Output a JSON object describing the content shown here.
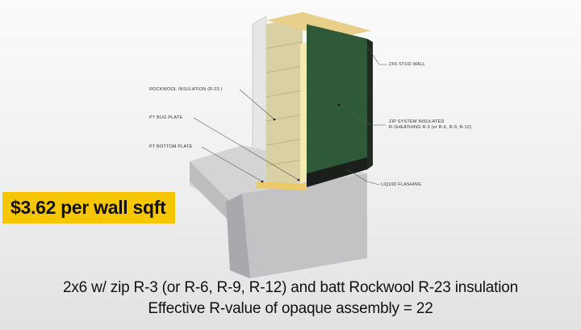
{
  "diagram": {
    "labels": {
      "stud_wall": "2X6 STUD WALL",
      "rockwool": "ROCKWOOL INSULATION (R-23 )",
      "bug_plate": "PT BUG PLATE",
      "bottom_plate": "PT BOTTOM PLATE",
      "zip_line1": "ZIP SYSTEM INSULATED",
      "zip_line2": "R-SHEATHING R-3 (or R-6, R-9, R-12)",
      "flashing": "LIQUID FLASHING"
    },
    "colors": {
      "sheathing": "#2f5a3a",
      "insulation": "#d9d0a4",
      "concrete": "#c9c9c9",
      "highlight": "#f6c700"
    }
  },
  "price_badge": "$3.62 per wall sqft",
  "caption": {
    "line1": "2x6 w/ zip R-3 (or R-6, R-9, R-12) and batt Rockwool R-23 insulation",
    "line2": "Effective R-value of opaque assembly = 22"
  }
}
